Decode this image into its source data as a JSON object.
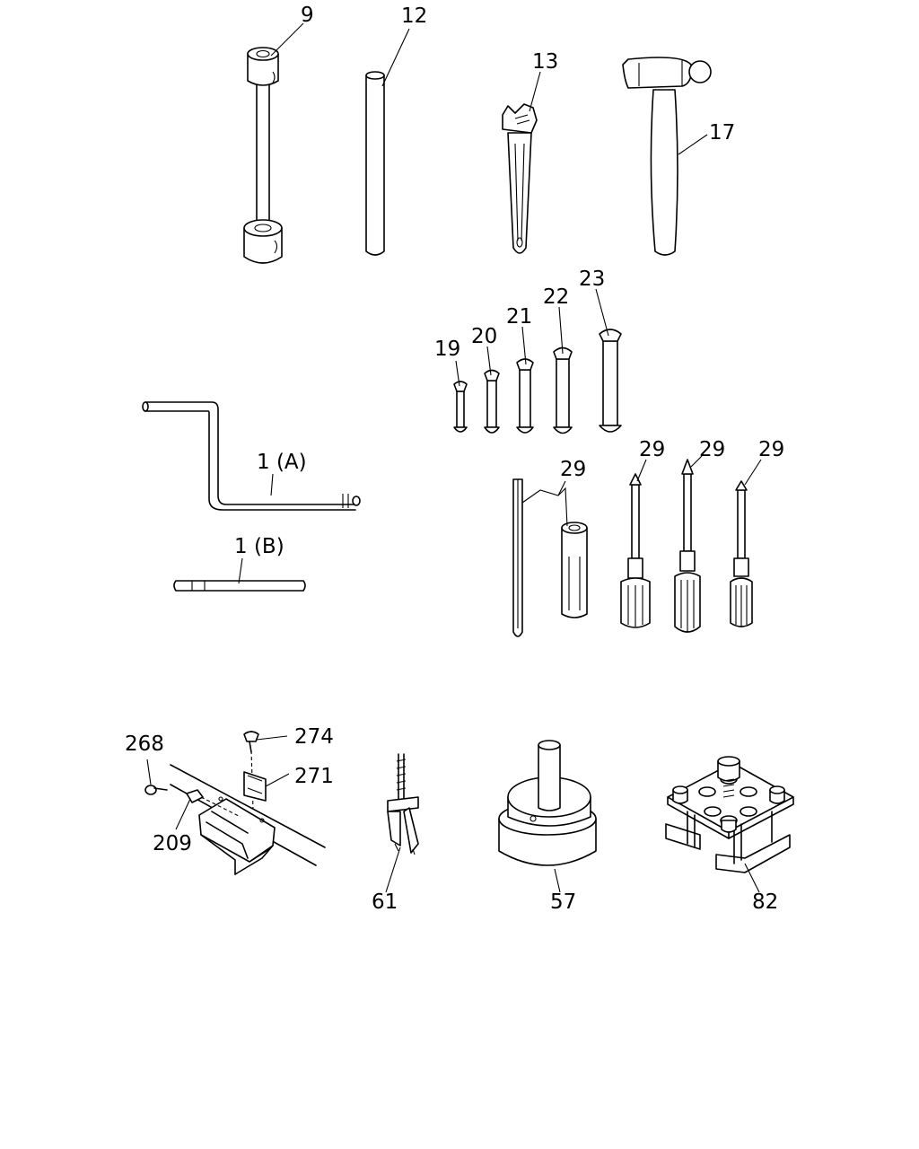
{
  "labels": {
    "wrench_9": "9",
    "bar_12": "12",
    "wrench_13": "13",
    "hammer_17": "17",
    "spanner_19": "19",
    "spanner_20": "20",
    "spanner_21": "21",
    "spanner_22": "22",
    "spanner_23": "23",
    "handle_1a": "1 (A)",
    "handle_1b": "1 (B)",
    "screwdriver_set": "29",
    "screwdriver_a": "29",
    "screwdriver_b": "29",
    "screwdriver_c": "29",
    "screw_268": "268",
    "screw_274": "274",
    "clip_271": "271",
    "clip_209": "209",
    "puller_61": "61",
    "installer_57": "57",
    "puller_plate_82": "82"
  }
}
